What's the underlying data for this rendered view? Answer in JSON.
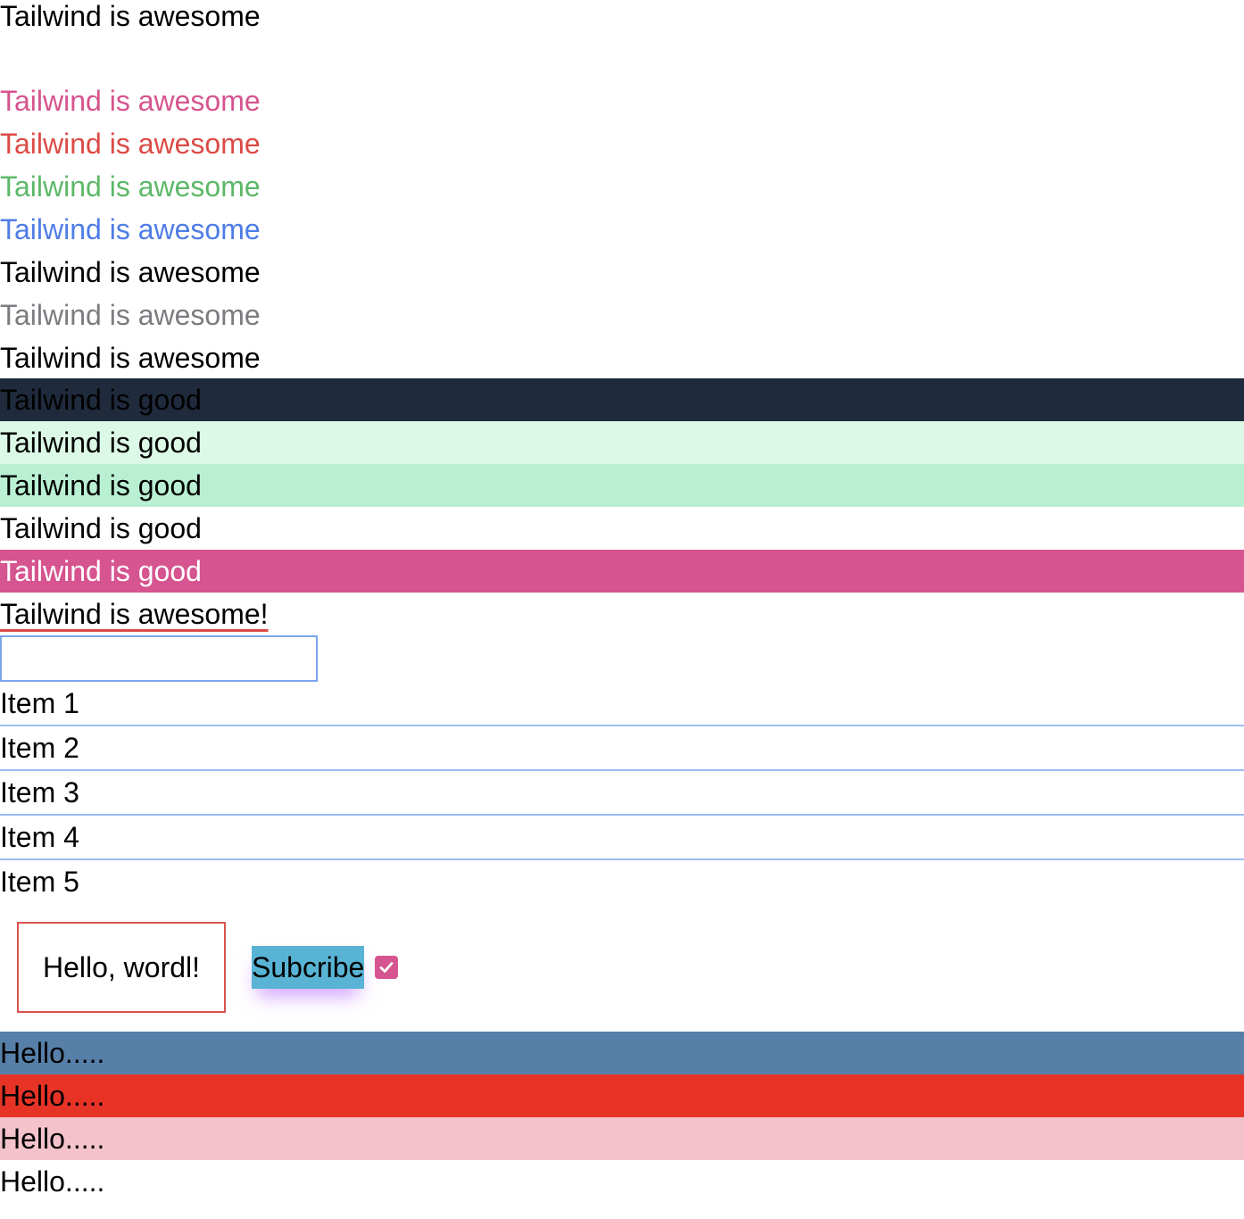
{
  "lines": {
    "l1": "Tailwind is awesome",
    "l2": "Tailwind is awesome",
    "l3": "Tailwind is awesome",
    "l4": "Tailwind is awesome",
    "l5": "Tailwind is awesome",
    "l6": "Tailwind is awesome",
    "l7": "Tailwind is awesome",
    "l8": "Tailwind is awesome"
  },
  "good_rows": {
    "g1": "Tailwind is good",
    "g2": "Tailwind is good",
    "g3": "Tailwind is good",
    "g4": "Tailwind is good",
    "g5": "Tailwind is good"
  },
  "underlined": "Tailwind is awesome!",
  "input": {
    "value": ""
  },
  "list": [
    "Item 1",
    "Item 2",
    "Item 3",
    "Item 4",
    "Item 5"
  ],
  "card": {
    "text": "Hello, wordl!"
  },
  "subscribe": {
    "label": "Subcribe",
    "checked": true
  },
  "hello_rows": [
    "Hello.....",
    "Hello.....",
    "Hello.....",
    "Hello....."
  ],
  "colors": {
    "pink_text": "#d6548f",
    "red_text": "#dc4a45",
    "green_text": "#5cb868",
    "blue_text": "#4f7de6",
    "gray_text": "#7b7b80",
    "dark_bar": "#1f2a3c",
    "mint_bar": "#dcf8e6",
    "green_bar": "#b9f0d3",
    "pink_bar": "#d6548f",
    "steel_bar": "#5680a8",
    "red_bar": "#e63326",
    "rose_bar": "#f4c2cb",
    "subscribe_bg": "#58b3d4"
  }
}
